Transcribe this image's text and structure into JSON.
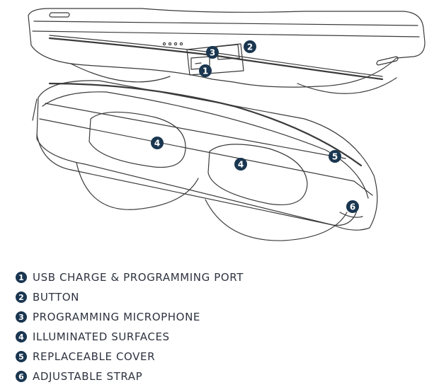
{
  "colors": {
    "badge": "#1a3650",
    "line": "#3a3a3a",
    "text": "#2d3340"
  },
  "callouts": [
    {
      "num": "1"
    },
    {
      "num": "2"
    },
    {
      "num": "3"
    },
    {
      "num": "4"
    },
    {
      "num": "4"
    },
    {
      "num": "5"
    },
    {
      "num": "6"
    }
  ],
  "legend": [
    {
      "num": "1",
      "label": "USB CHARGE & PROGRAMMING PORT"
    },
    {
      "num": "2",
      "label": "BUTTON"
    },
    {
      "num": "3",
      "label": "PROGRAMMING MICROPHONE"
    },
    {
      "num": "4",
      "label": "ILLUMINATED SURFACES"
    },
    {
      "num": "5",
      "label": "REPLACEABLE COVER"
    },
    {
      "num": "6",
      "label": "ADJUSTABLE STRAP"
    }
  ]
}
